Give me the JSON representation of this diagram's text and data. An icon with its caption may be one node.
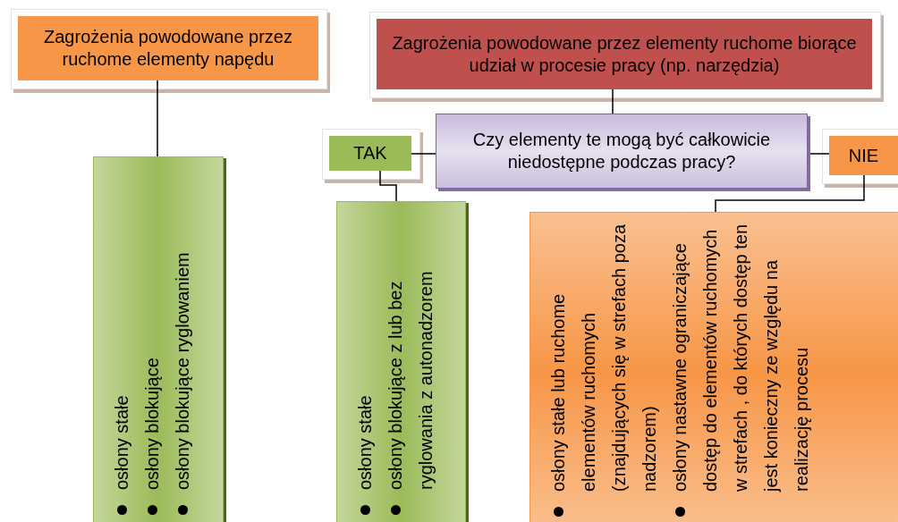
{
  "diagram": {
    "nodes": [
      {
        "text": [
          "Zagrożenia powodowane przez ruchome elementy napędu"
        ]
      },
      {
        "text": [
          "osłony stałe",
          "osłony blokujące",
          "osłony blokujące ryglowaniem"
        ]
      },
      {
        "text": [
          "Zagrożenia powodowane przez elementy ruchome biorące udział w procesie pracy (np. narzędzia)"
        ]
      },
      {
        "text": [
          "Czy elementy te mogą być całkowicie niedostępne podczas pracy?"
        ]
      },
      {
        "text": [
          "TAK"
        ]
      },
      {
        "text": [
          "NIE"
        ]
      },
      {
        "text": [
          "osłony stałe",
          "osłony blokujące z lub bez ryglowania z autonadzorem"
        ]
      },
      {
        "text": [
          "osłony stałe lub ruchome elementów ruchomych (znajdujących się w strefach poza nadzorem)",
          "osłony nastawne ograniczające dostęp do elementów ruchomych w strefach , do których dostęp ten jest konieczny ze względu na realizację procesu"
        ]
      }
    ],
    "edges": [
      {
        "from": 0,
        "to": 1,
        "arrow": "none"
      },
      {
        "from": 2,
        "to": 3,
        "arrow": "none"
      },
      {
        "from": 3,
        "to": 4,
        "arrow": "none"
      },
      {
        "from": 3,
        "to": 5,
        "arrow": "none"
      },
      {
        "from": 4,
        "to": 6,
        "arrow": "none"
      },
      {
        "from": 5,
        "to": 7,
        "arrow": "none"
      }
    ]
  }
}
